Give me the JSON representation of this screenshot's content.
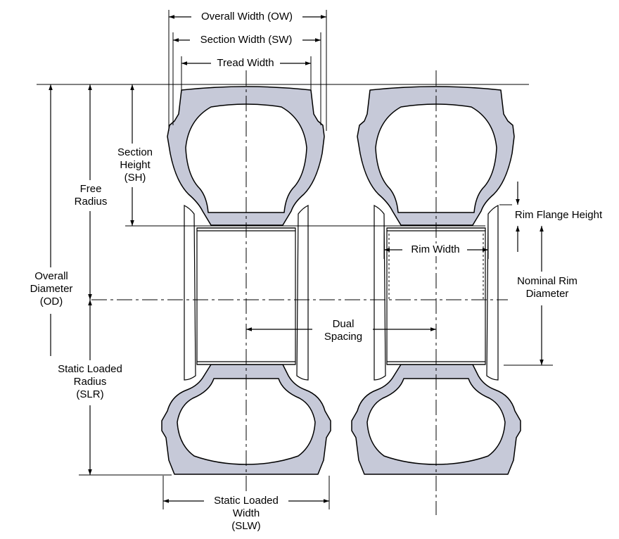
{
  "labels": {
    "overall_width": "Overall Width (OW)",
    "section_width": "Section Width (SW)",
    "tread_width": "Tread Width",
    "section_height": [
      "Section",
      "Height",
      "(SH)"
    ],
    "free_radius": [
      "Free",
      "Radius"
    ],
    "overall_diameter": [
      "Overall",
      "Diameter",
      "(OD)"
    ],
    "static_loaded_radius": [
      "Static Loaded",
      "Radius",
      "(SLR)"
    ],
    "rim_flange_height": "Rim Flange Height",
    "rim_width": "Rim Width",
    "nominal_rim_diameter": [
      "Nominal Rim",
      "Diameter"
    ],
    "dual_spacing": [
      "Dual",
      "Spacing"
    ],
    "static_loaded_width": [
      "Static Loaded",
      "Width",
      "(SLW)"
    ]
  },
  "colors": {
    "tire_fill": "#c6c9d8",
    "line": "#000000",
    "rim_fill": "#ffffff"
  }
}
